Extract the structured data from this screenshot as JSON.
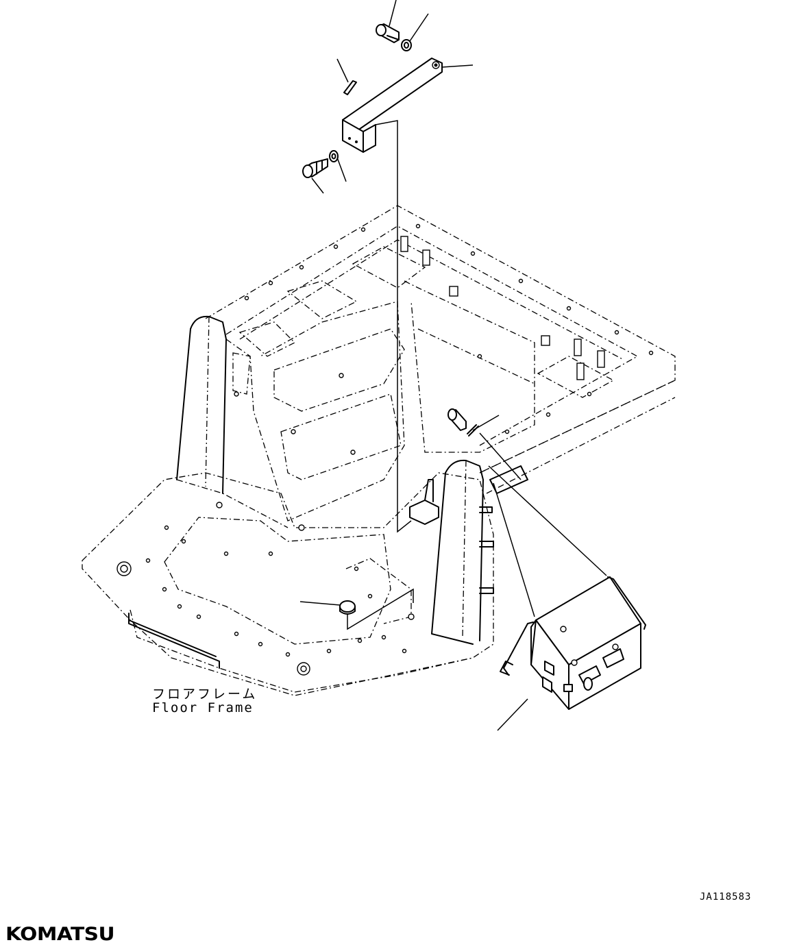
{
  "labels": {
    "floor_frame_jp": "フロアフレーム",
    "floor_frame_en": "Floor Frame"
  },
  "drawing_number": "JA118583",
  "brand": {
    "logo_text": "KOMATSU"
  },
  "colors": {
    "line": "#000000",
    "background": "#ffffff"
  }
}
